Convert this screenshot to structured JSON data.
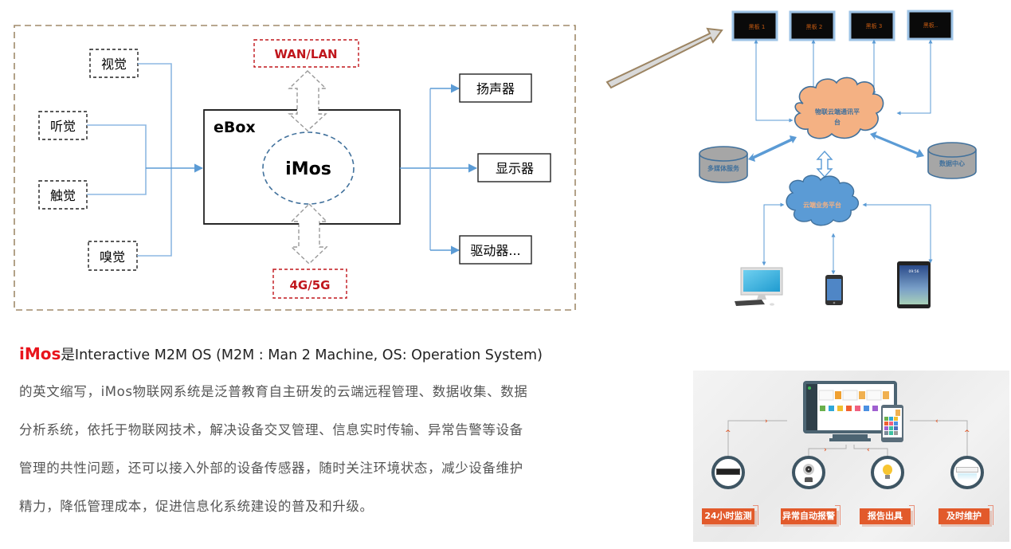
{
  "architecture": {
    "container_label": "eBox",
    "core_label": "iMos",
    "network_top": "WAN/LAN",
    "network_bottom": "4G/5G",
    "inputs": [
      "视觉",
      "听觉",
      "触觉",
      "嗅觉"
    ],
    "outputs": [
      "扬声器",
      "显示器",
      "驱动器..."
    ],
    "colors": {
      "frame": "#a08a6a",
      "network": "#c0161c",
      "connector": "#5b9bd5",
      "core_ring": "#41719c"
    }
  },
  "description": {
    "brand": "iMos",
    "lines": [
      "是Interactive M2M OS (M2M : Man 2 Machine, OS: Operation System)",
      "的英文缩写，iMos物联网系统是泛普教育自主研发的云端远程管理、数据收集、数据",
      "分析系统，依托于物联网技术，解决设备交叉管理、信息实时传输、异常告警等设备",
      "管理的共性问题，还可以接入外部的设备传感器，随时关注环境状态，减少设备维护",
      "精力，降低管理成本，促进信息化系统建设的普及和升级。"
    ],
    "brand_color": "#e8141c"
  },
  "network": {
    "blackboards": [
      "黑板 1",
      "黑板 2",
      "黑板 3",
      "黑板.."
    ],
    "iot_cloud": [
      "物联云端通讯平",
      "台"
    ],
    "business_cloud": "云端业务平台",
    "multimedia_db": "多媒体服务",
    "data_center_db": "数据中心",
    "clients": [
      "desktop-computer",
      "smartphone",
      "tablet"
    ],
    "tablet_time": "09:56",
    "colors": {
      "iot_cloud": "#f4b183",
      "business_cloud": "#5b9bd5",
      "link": "#5b9bd5",
      "db": "#a6a6a6",
      "board_text": "#c55a11"
    }
  },
  "monitoring_panel": {
    "features": [
      "24小时监测",
      "异常自动报警",
      "报告出具",
      "及时维护"
    ],
    "devices": [
      "smart-blackboard",
      "camera",
      "light-bulb",
      "air-conditioner"
    ],
    "accent_color": "#e25a2b"
  }
}
